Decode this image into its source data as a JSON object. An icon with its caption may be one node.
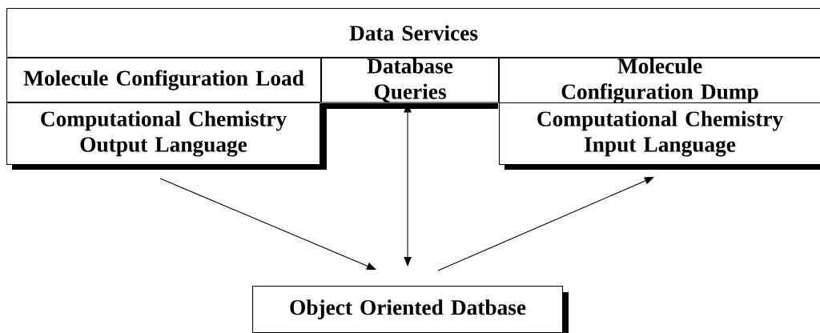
{
  "diagram": {
    "nodes": [
      {
        "text": [
          "Data Services"
        ]
      },
      {
        "text": [
          "Molecule Configuration Load"
        ]
      },
      {
        "text": [
          "Database Queries"
        ]
      },
      {
        "text": [
          "Molecule Configuration Dump"
        ]
      },
      {
        "text": [
          "Computational Chemistry Output Language"
        ]
      },
      {
        "text": [
          "Computational Chemistry Input Language"
        ]
      },
      {
        "text": [
          "Object Oriented Datbase"
        ]
      }
    ],
    "edges": [
      {
        "from": 4,
        "to": 6,
        "arrow": "to"
      },
      {
        "from": 2,
        "to": 6,
        "arrow": "both"
      },
      {
        "from": 6,
        "to": 5,
        "arrow": "to"
      }
    ]
  }
}
